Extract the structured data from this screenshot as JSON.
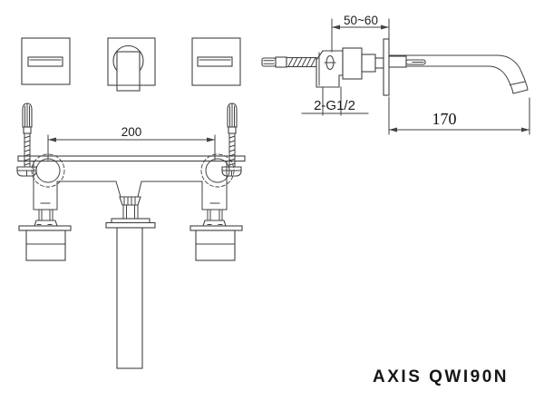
{
  "title_block": {
    "brand_model": "AXIS QWI90N"
  },
  "dimensions": {
    "handle_centers": "200",
    "wall_mount_depth": "50~60",
    "inlet_thread": "2-G1/2",
    "spout_reach": "170"
  },
  "colors": {
    "line": "#424242",
    "text": "#1d1d1d",
    "background": "#ffffff"
  }
}
